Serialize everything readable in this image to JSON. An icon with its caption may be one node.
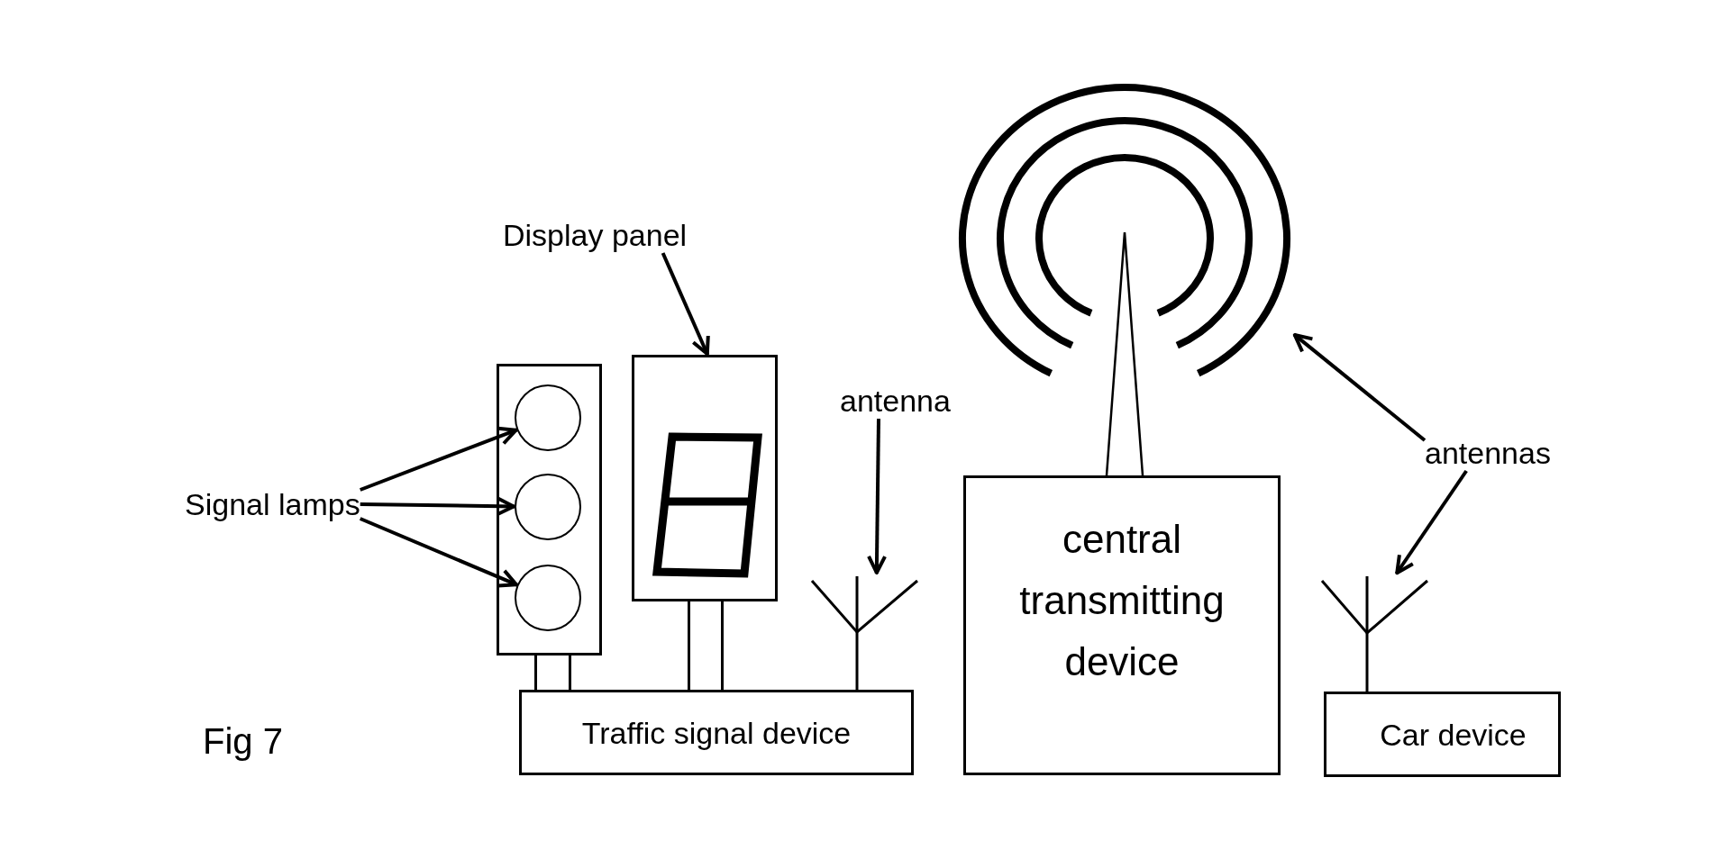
{
  "diagram": {
    "caption": "Fig 7",
    "nodes": [
      {
        "text": [
          "Signal lamps"
        ]
      },
      {
        "text": [],
        "shape": "box"
      },
      {
        "text": [],
        "shape": "circle",
        "in": 1
      },
      {
        "text": [],
        "shape": "circle",
        "in": 1
      },
      {
        "text": [],
        "shape": "circle",
        "in": 1
      },
      {
        "text": [],
        "shape": "post"
      },
      {
        "text": [
          "Display panel"
        ]
      },
      {
        "text": [],
        "shape": "box"
      },
      {
        "text": [],
        "shape": "post"
      },
      {
        "text": [
          "antenna"
        ]
      },
      {
        "text": [],
        "shape": "antenna"
      },
      {
        "text": [
          "Traffic signal device"
        ]
      },
      {
        "text": [],
        "shape": "antenna"
      },
      {
        "text": [
          "central transmitting device"
        ]
      },
      {
        "text": [
          "antennas"
        ]
      },
      {
        "text": [],
        "shape": "antenna"
      },
      {
        "text": [
          "Car device"
        ]
      }
    ],
    "edges": [
      {
        "from": 0,
        "to": 2,
        "arrow": "to"
      },
      {
        "from": 0,
        "to": 3,
        "arrow": "to"
      },
      {
        "from": 0,
        "to": 4,
        "arrow": "to"
      },
      {
        "from": 6,
        "to": 7,
        "arrow": "to"
      },
      {
        "from": 9,
        "to": 10,
        "arrow": "to"
      },
      {
        "from": 14,
        "to": 12,
        "arrow": "to"
      },
      {
        "from": 14,
        "to": 15,
        "arrow": "to"
      }
    ]
  }
}
